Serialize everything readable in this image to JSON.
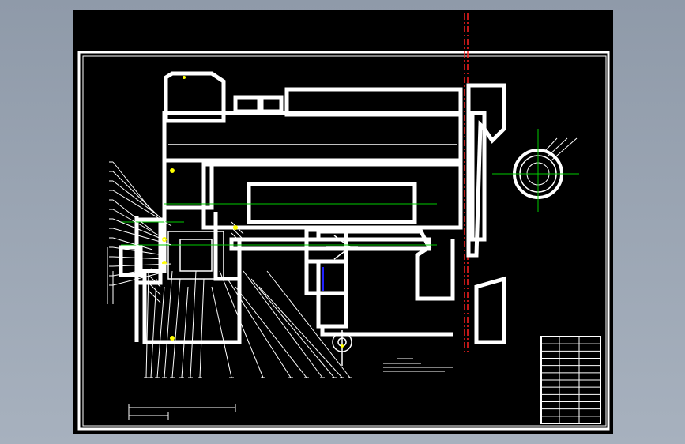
{
  "viewport": {
    "background": "#000000",
    "line_color": "#ffffff",
    "centerline_color": "#00cc00",
    "marker_color": "#ffff00",
    "section_color": "#ff0000",
    "hidden_color": "#0000ff"
  },
  "drawing": {
    "leader_count_left": 14,
    "leader_count_bottom": 16
  },
  "title_block": {
    "rows": 12
  }
}
